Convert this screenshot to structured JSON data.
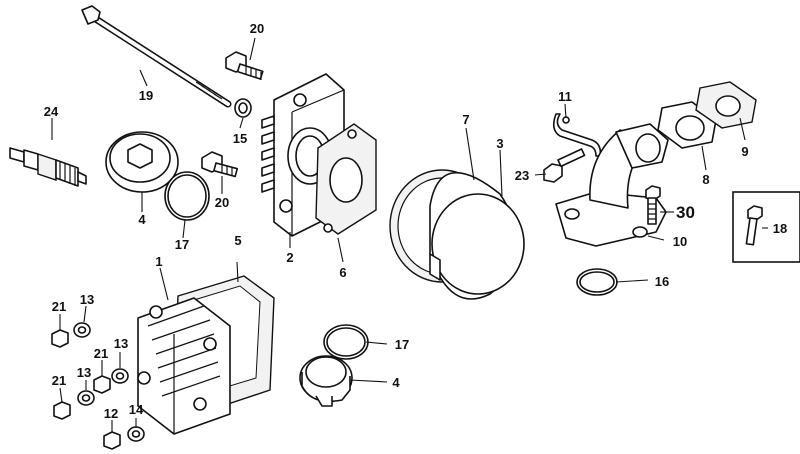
{
  "diagram": {
    "callouts": [
      {
        "id": "p20a",
        "text": "20"
      },
      {
        "id": "p19",
        "text": "19"
      },
      {
        "id": "p24",
        "text": "24"
      },
      {
        "id": "p15",
        "text": "15"
      },
      {
        "id": "p4a",
        "text": "4"
      },
      {
        "id": "p17a",
        "text": "17"
      },
      {
        "id": "p20b",
        "text": "20"
      },
      {
        "id": "p2",
        "text": "2"
      },
      {
        "id": "p6",
        "text": "6"
      },
      {
        "id": "p7",
        "text": "7"
      },
      {
        "id": "p3",
        "text": "3"
      },
      {
        "id": "p11",
        "text": "11"
      },
      {
        "id": "p9",
        "text": "9"
      },
      {
        "id": "p8",
        "text": "8"
      },
      {
        "id": "p23",
        "text": "23"
      },
      {
        "id": "p30",
        "text": "30"
      },
      {
        "id": "p10",
        "text": "10"
      },
      {
        "id": "p18",
        "text": "18"
      },
      {
        "id": "p16",
        "text": "16"
      },
      {
        "id": "p1",
        "text": "1"
      },
      {
        "id": "p5",
        "text": "5"
      },
      {
        "id": "p21a",
        "text": "21"
      },
      {
        "id": "p13a",
        "text": "13"
      },
      {
        "id": "p21b",
        "text": "21"
      },
      {
        "id": "p13b",
        "text": "13"
      },
      {
        "id": "p21c",
        "text": "21"
      },
      {
        "id": "p13c",
        "text": "13"
      },
      {
        "id": "p12",
        "text": "12"
      },
      {
        "id": "p14",
        "text": "14"
      },
      {
        "id": "p17b",
        "text": "17"
      },
      {
        "id": "p4b",
        "text": "4"
      }
    ]
  }
}
